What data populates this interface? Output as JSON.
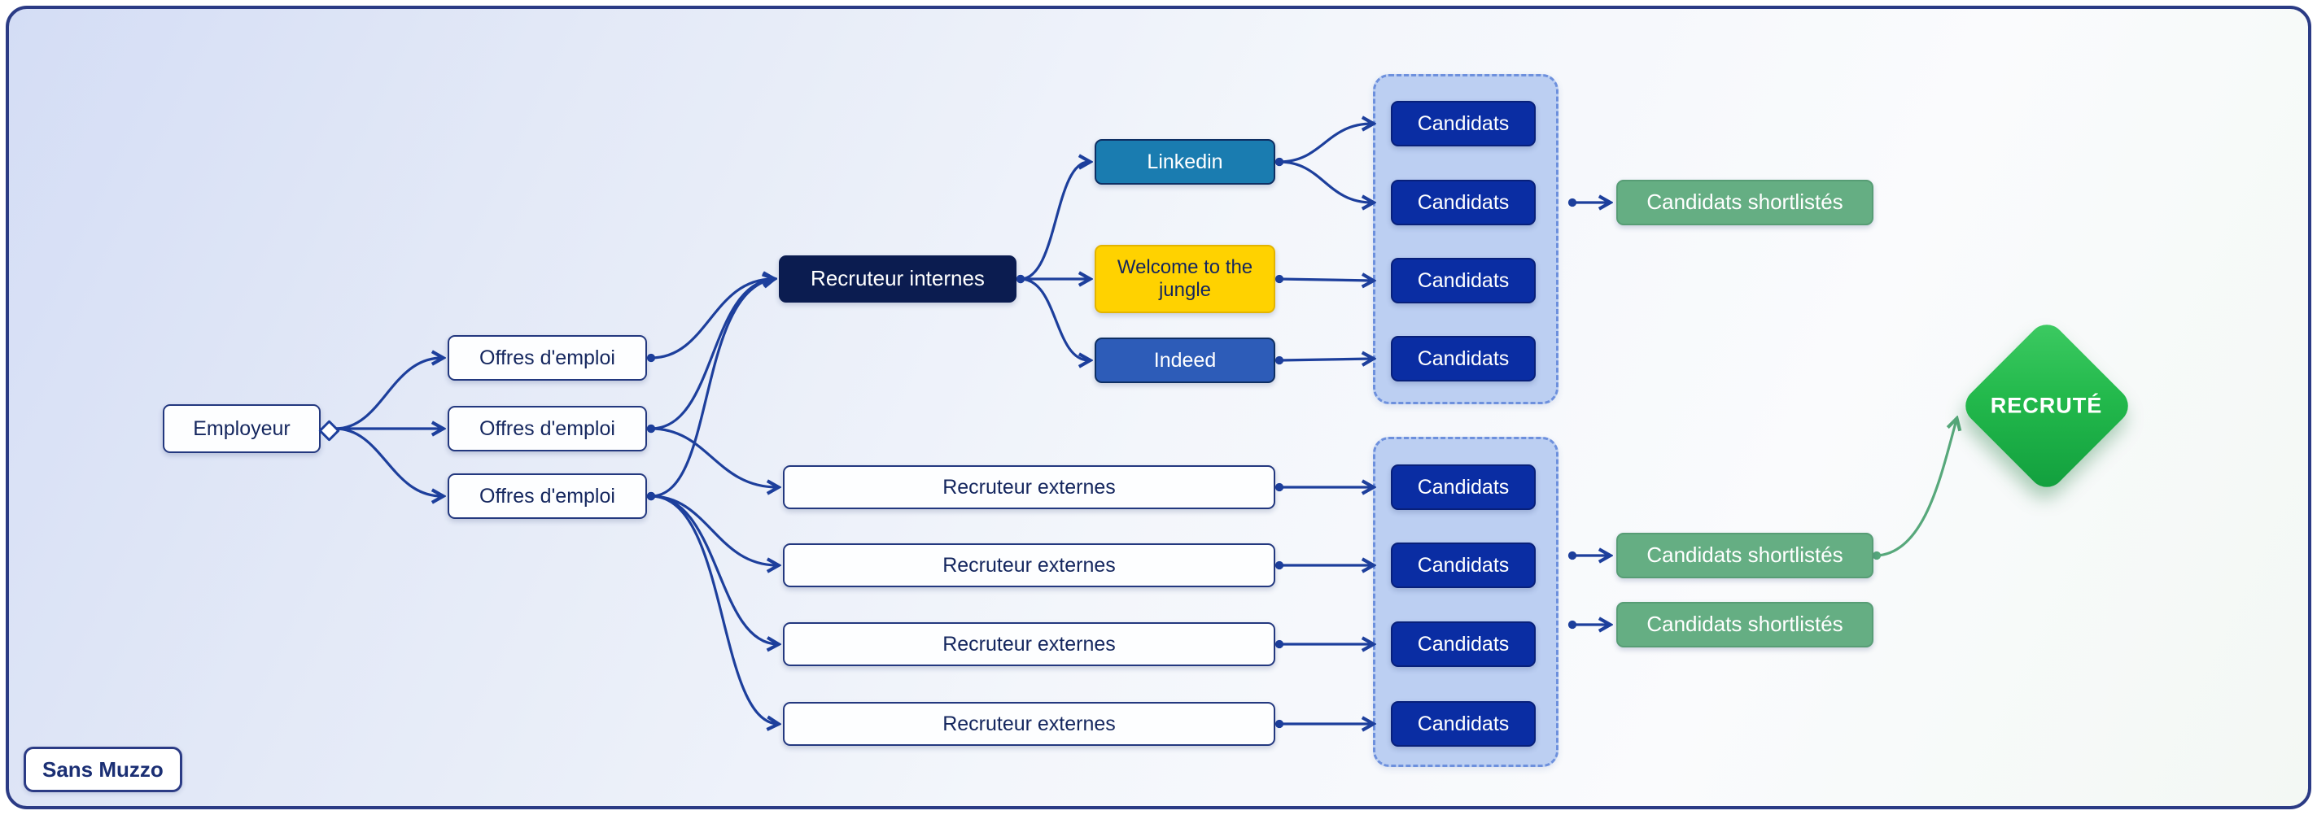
{
  "diagram": {
    "employeur": "Employeur",
    "offres": [
      "Offres d'emploi",
      "Offres d'emploi",
      "Offres d'emploi"
    ],
    "recruteur_internes": "Recruteur internes",
    "platforms": {
      "linkedin": "Linkedin",
      "wttj": "Welcome to the jungle",
      "indeed": "Indeed"
    },
    "candidats_top": [
      "Candidats",
      "Candidats",
      "Candidats",
      "Candidats"
    ],
    "candidats_bottom": [
      "Candidats",
      "Candidats",
      "Candidats",
      "Candidats"
    ],
    "recruteurs_externes": [
      "Recruteur externes",
      "Recruteur externes",
      "Recruteur externes",
      "Recruteur externes"
    ],
    "shortlist_top": "Candidats shortlistés",
    "shortlist_bottom": [
      "Candidats shortlistés",
      "Candidats shortlistés"
    ],
    "recrute": "RECRUTÉ",
    "watermark": "Sans Muzzo",
    "colors": {
      "arrow": "#1d3f9c",
      "arrow_green": "#57a87b",
      "node_border": "#23387f",
      "dark_navy": "#0b1c50",
      "linkedin_blue": "#1a7cb0",
      "wttj_yellow": "#ffd200",
      "indeed_blue": "#2d5cb8",
      "candidat_blue": "#0a2da3",
      "group_fill": "#bccff2",
      "group_border": "#6d90dd",
      "shortlist_green": "#65ae83",
      "recrute_green": "#23b94c",
      "frame_border": "#2b3b85"
    }
  }
}
